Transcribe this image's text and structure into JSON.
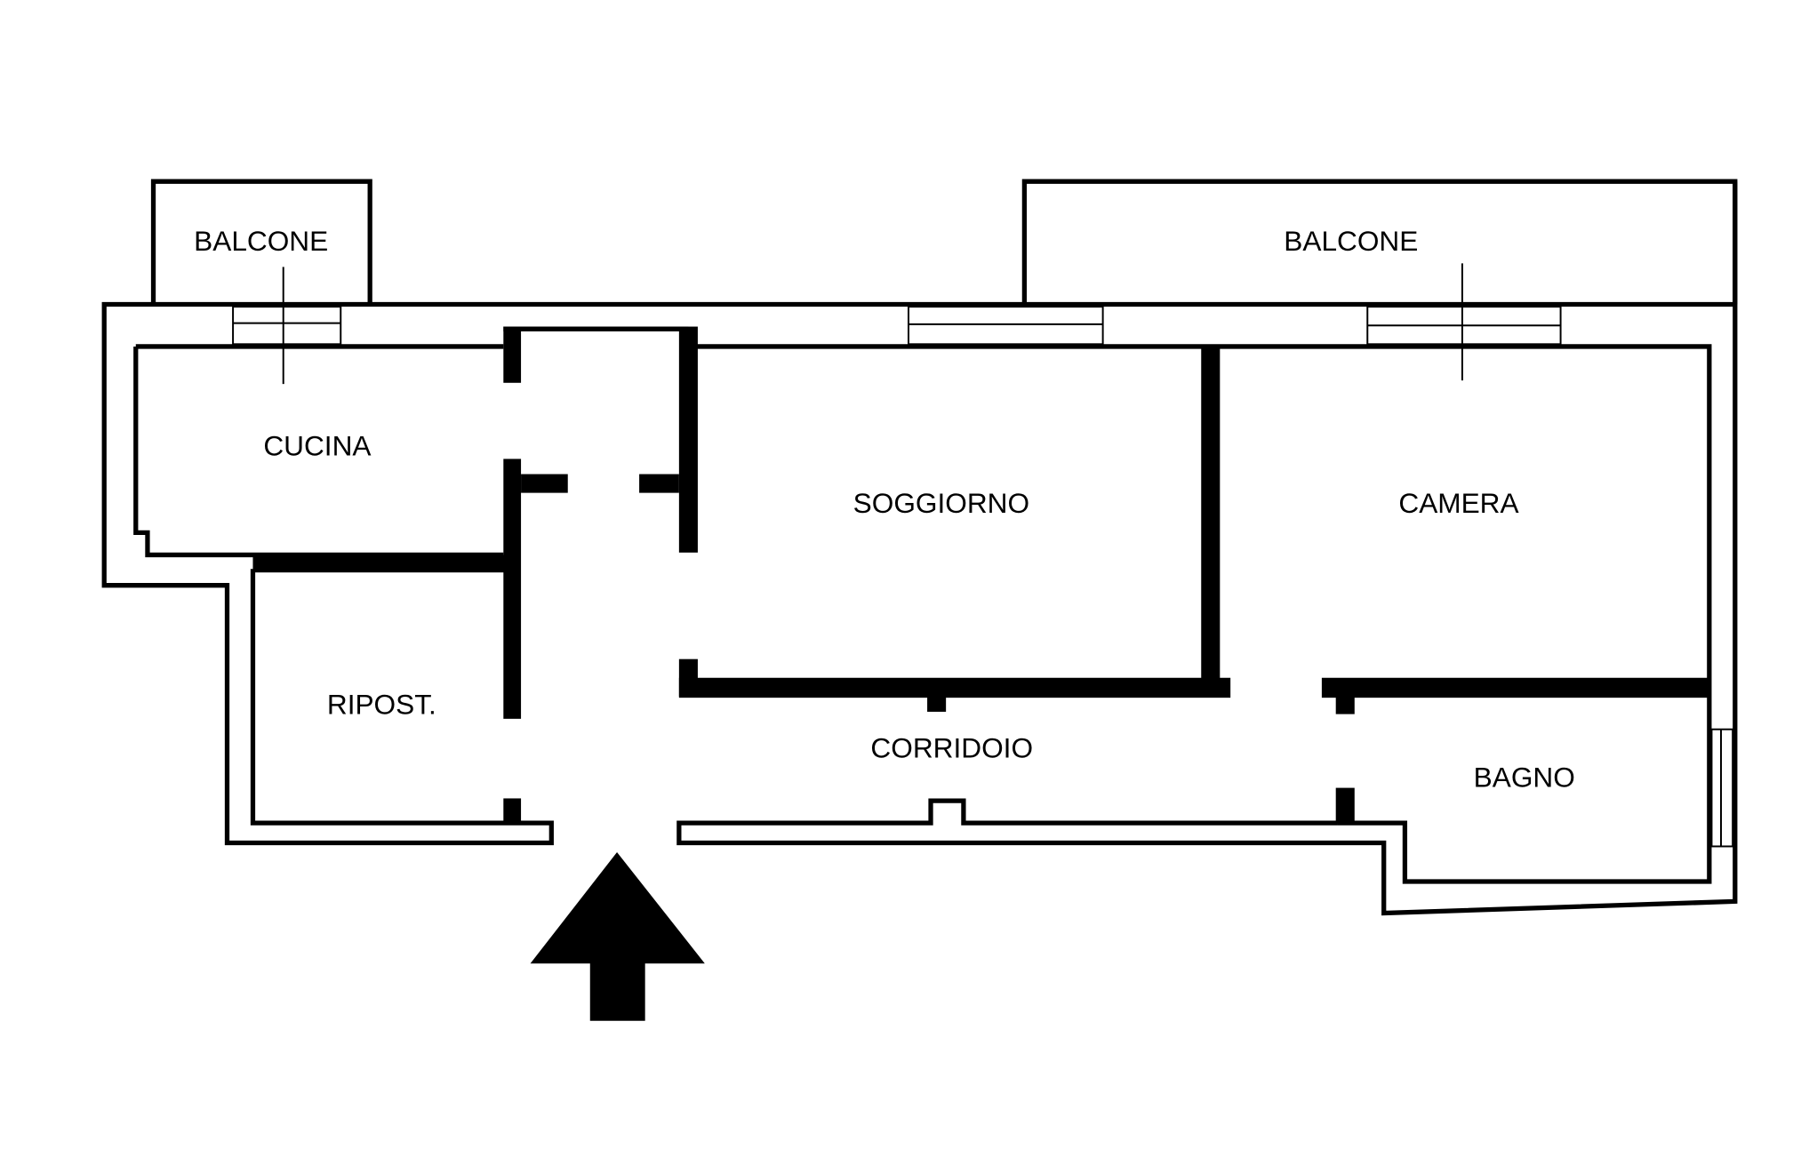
{
  "plan": {
    "type": "floor-plan",
    "wall_color": "#000000",
    "background": "#ffffff",
    "rooms": [
      {
        "id": "balcone-left",
        "label": "BALCONE"
      },
      {
        "id": "balcone-right",
        "label": "BALCONE"
      },
      {
        "id": "cucina",
        "label": "CUCINA"
      },
      {
        "id": "soggiorno",
        "label": "SOGGIORNO"
      },
      {
        "id": "camera",
        "label": "CAMERA"
      },
      {
        "id": "ripost",
        "label": "RIPOST."
      },
      {
        "id": "corridoio",
        "label": "CORRIDOIO"
      },
      {
        "id": "bagno",
        "label": "BAGNO"
      }
    ],
    "entrance_icon": "arrow-up-icon"
  }
}
